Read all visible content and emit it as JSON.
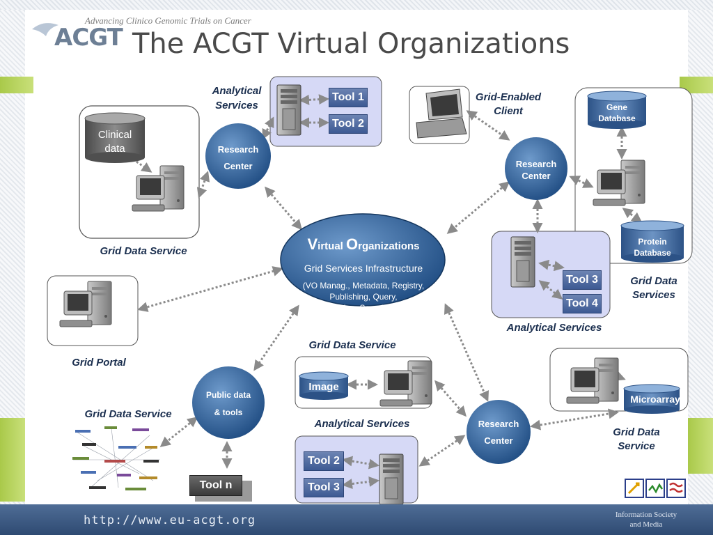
{
  "header": {
    "tagline": "Advancing Clinico Genomic Trials on Cancer",
    "logo": "ACGT",
    "title": "The ACGT Virtual Organizations"
  },
  "footer": {
    "url": "http://www.eu-acgt.org",
    "org_line1": "Information Society",
    "org_line2": "and Media"
  },
  "center": {
    "title_v": "V",
    "title_irtual": "irtual ",
    "title_o": "O",
    "title_rganizations": "rganizations",
    "subtitle": "Grid Services Infrastructure",
    "detail_1": "(VO Manag., Metadata, Registry,",
    "detail_2": "Publishing, Query,",
    "detail_3": "Invocation, Security, etc.)"
  },
  "research_center": {
    "line1": "Research",
    "line2": "Center"
  },
  "public_data": {
    "line1": "Public data",
    "line2": "& tools"
  },
  "labels": {
    "analytical_services_top_1": "Analytical",
    "analytical_services_top_2": "Services",
    "grid_enabled_client_1": "Grid-Enabled",
    "grid_enabled_client_2": "Client",
    "grid_data_service_left": "Grid Data Service",
    "grid_data_services_right_1": "Grid Data",
    "grid_data_services_right_2": "Services",
    "analytical_services_right": "Analytical Services",
    "grid_portal": "Grid Portal",
    "grid_data_service_center": "Grid Data Service",
    "grid_data_service_bottom_left": "Grid Data Service",
    "analytical_services_bottom": "Analytical Services",
    "grid_data_service_bottom_right_1": "Grid Data",
    "grid_data_service_bottom_right_2": "Service"
  },
  "tools": {
    "tool1": "Tool 1",
    "tool2": "Tool 2",
    "tool3": "Tool 3",
    "tool4": "Tool 4",
    "tool2_bottom": "Tool 2",
    "tool3_bottom": "Tool 3",
    "tooln": "Tool n"
  },
  "databases": {
    "clinical_1": "Clinical",
    "clinical_2": "data",
    "gene_1": "Gene",
    "gene_2": "Database",
    "protein_1": "Protein",
    "protein_2": "Database",
    "image": "Image",
    "microarray": "Microarray"
  },
  "colors": {
    "node_blue": "#2e5f96",
    "panel_lavender": "#d6d9f6",
    "label_navy": "#1b2f4f",
    "arrow_gray": "#8a8a8a",
    "accent_green": "#b7d35a"
  }
}
